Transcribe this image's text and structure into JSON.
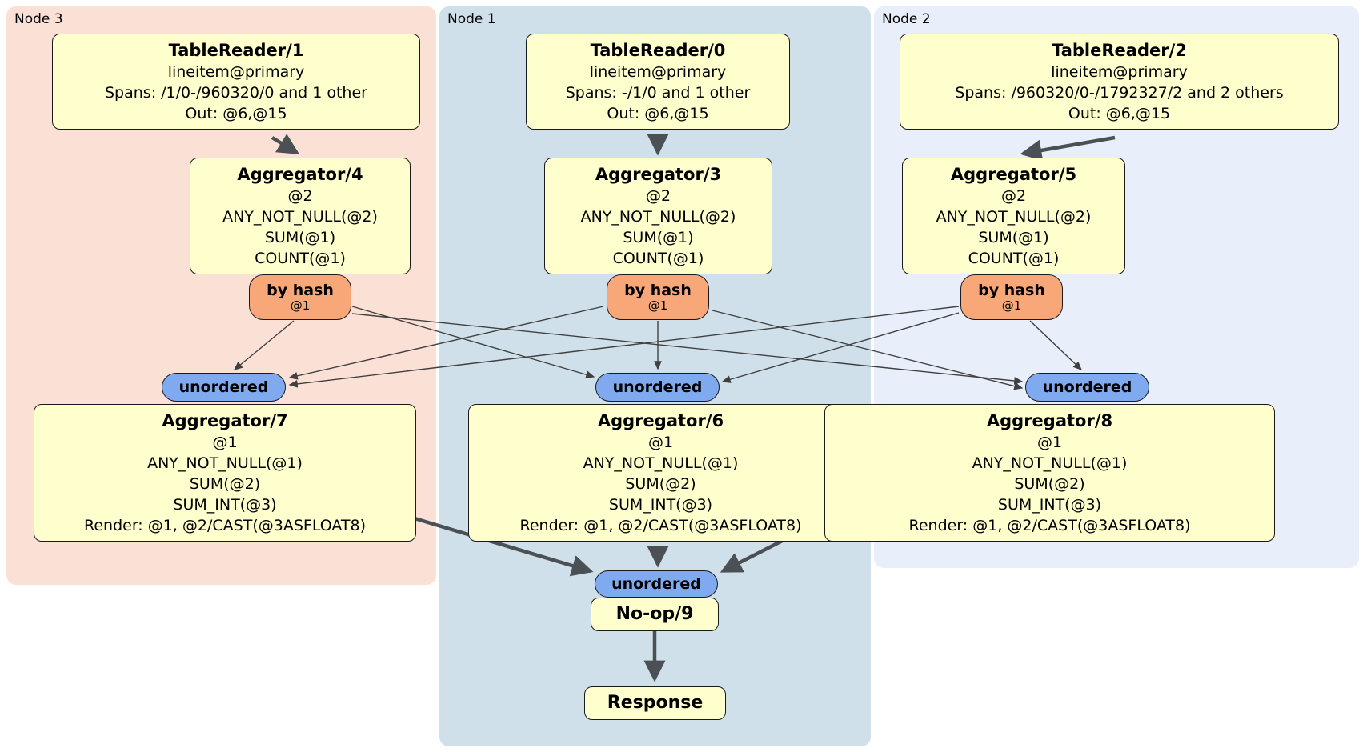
{
  "groups": [
    {
      "label": "Node 3"
    },
    {
      "label": "Node 1"
    },
    {
      "label": "Node 2"
    }
  ],
  "processors": {
    "tr1": {
      "title": "TableReader/1",
      "lines": [
        "lineitem@primary",
        "Spans: /1/0-/960320/0 and 1 other",
        "Out: @6,@15"
      ]
    },
    "tr0": {
      "title": "TableReader/0",
      "lines": [
        "lineitem@primary",
        "Spans: -/1/0 and 1 other",
        "Out: @6,@15"
      ]
    },
    "tr2": {
      "title": "TableReader/2",
      "lines": [
        "lineitem@primary",
        "Spans: /960320/0-/1792327/2 and 2 others",
        "Out: @6,@15"
      ]
    },
    "agg4": {
      "title": "Aggregator/4",
      "lines": [
        "@2",
        "ANY_NOT_NULL(@2)",
        "SUM(@1)",
        "COUNT(@1)"
      ]
    },
    "agg3": {
      "title": "Aggregator/3",
      "lines": [
        "@2",
        "ANY_NOT_NULL(@2)",
        "SUM(@1)",
        "COUNT(@1)"
      ]
    },
    "agg5": {
      "title": "Aggregator/5",
      "lines": [
        "@2",
        "ANY_NOT_NULL(@2)",
        "SUM(@1)",
        "COUNT(@1)"
      ]
    },
    "agg7": {
      "title": "Aggregator/7",
      "lines": [
        "@1",
        "ANY_NOT_NULL(@1)",
        "SUM(@2)",
        "SUM_INT(@3)",
        "Render: @1, @2/CAST(@3ASFLOAT8)"
      ]
    },
    "agg6": {
      "title": "Aggregator/6",
      "lines": [
        "@1",
        "ANY_NOT_NULL(@1)",
        "SUM(@2)",
        "SUM_INT(@3)",
        "Render: @1, @2/CAST(@3ASFLOAT8)"
      ]
    },
    "agg8": {
      "title": "Aggregator/8",
      "lines": [
        "@1",
        "ANY_NOT_NULL(@1)",
        "SUM(@2)",
        "SUM_INT(@3)",
        "Render: @1, @2/CAST(@3ASFLOAT8)"
      ]
    },
    "noop": {
      "title": "No-op/9"
    },
    "response": {
      "title": "Response"
    }
  },
  "router": {
    "label": "by hash",
    "sub": "@1"
  },
  "sync": {
    "label": "unordered"
  },
  "colors": {
    "node3_bg": "#fbe1d5",
    "node1_bg": "#d0e0ea",
    "node2_bg": "#e9effa",
    "processor_fill": "#ffffce",
    "router_fill": "#f8a878",
    "sync_fill": "#80aaf0",
    "edge": "#4a5054"
  }
}
